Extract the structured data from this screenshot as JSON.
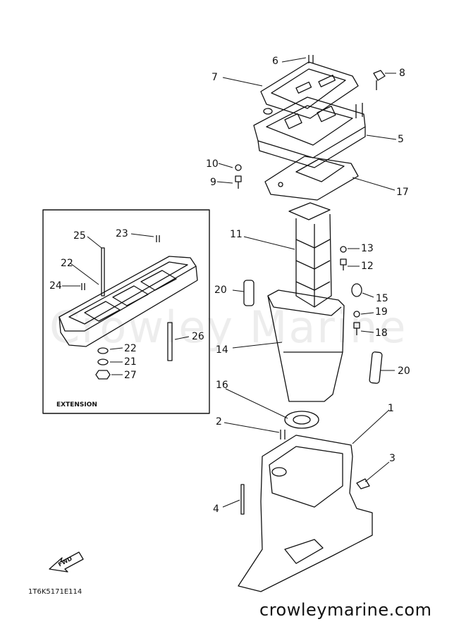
{
  "diagram": {
    "callouts": [
      "1",
      "2",
      "3",
      "4",
      "5",
      "6",
      "7",
      "8",
      "9",
      "10",
      "11",
      "12",
      "13",
      "14",
      "15",
      "16",
      "17",
      "18",
      "19",
      "20",
      "20",
      "21",
      "22",
      "22",
      "23",
      "24",
      "25",
      "26",
      "27"
    ],
    "inset_label": "EXTENSION",
    "drawing_code": "1T6K5171E114",
    "watermark_center": "Crowley Marine",
    "fwd_tag": "FWD"
  },
  "footer": {
    "site": "crowleymarine.com"
  }
}
